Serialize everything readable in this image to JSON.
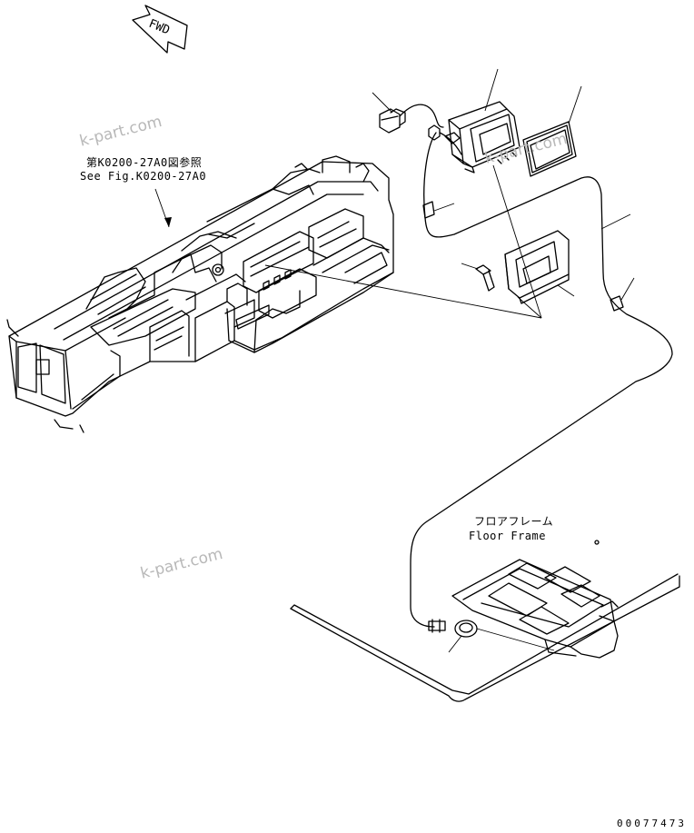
{
  "fwd_label": "FWD",
  "reference_label": {
    "jp": "第K0200-27A0図参照",
    "en": "See Fig.K0200-27A0"
  },
  "floor_frame_label": {
    "jp": "フロアフレーム",
    "en": "Floor Frame"
  },
  "watermarks": [
    "k-part.com",
    "k-part.com",
    "k-part.com"
  ],
  "document_number": "00077473"
}
